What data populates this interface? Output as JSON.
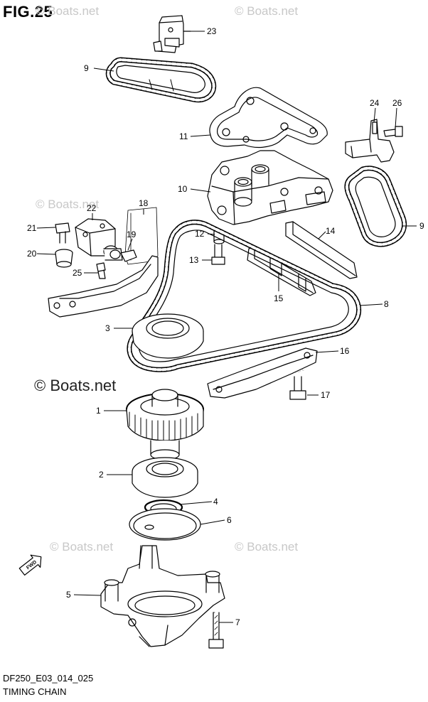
{
  "figure": {
    "title": "FIG.25",
    "code": "DF250_E03_014_025",
    "caption": "TIMING CHAIN"
  },
  "watermark": "© Boats.net",
  "direction_label": "FWD",
  "callouts": [
    {
      "id": "c23",
      "label": "23"
    },
    {
      "id": "c9a",
      "label": "9"
    },
    {
      "id": "c11",
      "label": "11"
    },
    {
      "id": "c24",
      "label": "24"
    },
    {
      "id": "c26",
      "label": "26"
    },
    {
      "id": "c10",
      "label": "10"
    },
    {
      "id": "c9b",
      "label": "9"
    },
    {
      "id": "c18",
      "label": "18"
    },
    {
      "id": "c22",
      "label": "22"
    },
    {
      "id": "c21",
      "label": "21"
    },
    {
      "id": "c19",
      "label": "19"
    },
    {
      "id": "c12",
      "label": "12"
    },
    {
      "id": "c14",
      "label": "14"
    },
    {
      "id": "c20",
      "label": "20"
    },
    {
      "id": "c13",
      "label": "13"
    },
    {
      "id": "c25",
      "label": "25"
    },
    {
      "id": "c15",
      "label": "15"
    },
    {
      "id": "c8",
      "label": "8"
    },
    {
      "id": "c3",
      "label": "3"
    },
    {
      "id": "c16",
      "label": "16"
    },
    {
      "id": "c17",
      "label": "17"
    },
    {
      "id": "c1",
      "label": "1"
    },
    {
      "id": "c2",
      "label": "2"
    },
    {
      "id": "c4",
      "label": "4"
    },
    {
      "id": "c6",
      "label": "6"
    },
    {
      "id": "c5",
      "label": "5"
    },
    {
      "id": "c7",
      "label": "7"
    }
  ]
}
